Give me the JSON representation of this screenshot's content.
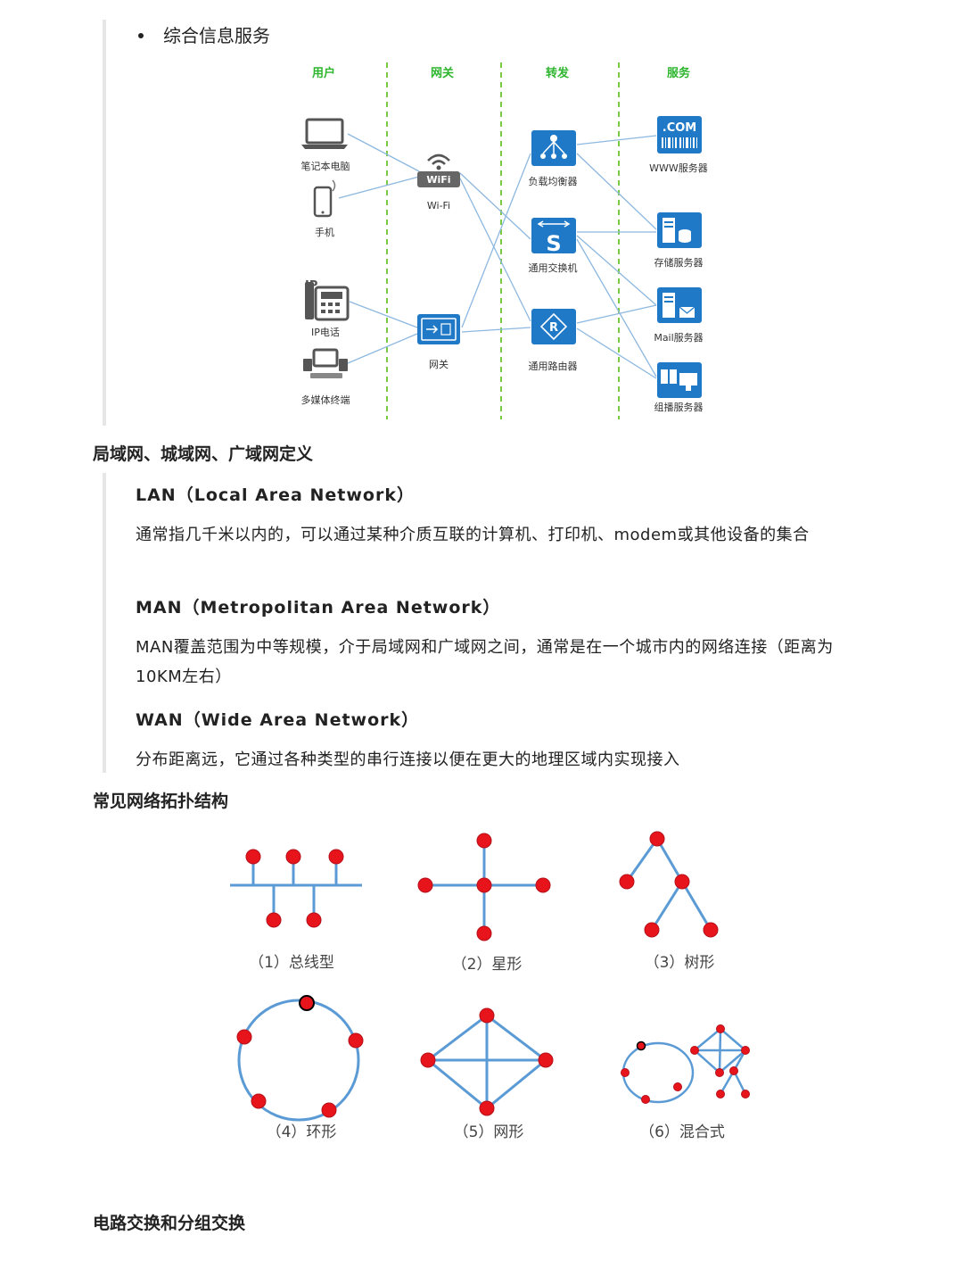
{
  "bullet": {
    "text": "综合信息服务"
  },
  "network_diagram": {
    "columns": [
      "用户",
      "网关",
      "转发",
      "服务"
    ],
    "devices": {
      "laptop": "笔记本电脑",
      "phone": "手机",
      "ipphone": "IP电话",
      "multimedia": "多媒体终端",
      "wifi": "Wi-Fi",
      "wifi_badge": "WiFi",
      "gateway": "网关",
      "lb": "负载均衡器",
      "switch": "通用交换机",
      "switch_glyph": "S",
      "router": "通用路由器",
      "router_glyph": "R",
      "www": "WWW服务器",
      "com_badge": ".COM",
      "storage": "存储服务器",
      "mail": "Mail服务器",
      "group": "组播服务器",
      "ip_badge": "IP"
    }
  },
  "sections": {
    "lan_man_wan_title": "局域网、城域网、广域网定义",
    "lan": {
      "title": "LAN（Local Area Network）",
      "desc": "通常指几千米以内的，可以通过某种介质互联的计算机、打印机、modem或其他设备的集合"
    },
    "man": {
      "title": "MAN（Metropolitan Area Network）",
      "desc": "MAN覆盖范围为中等规模，介于局域网和广域网之间，通常是在一个城市内的网络连接（距离为10KM左右）"
    },
    "wan": {
      "title": "WAN（Wide Area Network）",
      "desc": "分布距离远，它通过各种类型的串行连接以便在更大的地理区域内实现接入"
    },
    "topology_title": "常见网络拓扑结构",
    "switching_title": "电路交换和分组交换"
  },
  "topologies": [
    "（1）总线型",
    "（2）星形",
    "（3）树形",
    "（4）环形",
    "（5）网形",
    "（6）混合式"
  ],
  "colors": {
    "node": "#e8141c",
    "link": "#5b9bd5",
    "device": "#2079c7",
    "column_header": "#2db52d",
    "divider": "#7ac943"
  }
}
